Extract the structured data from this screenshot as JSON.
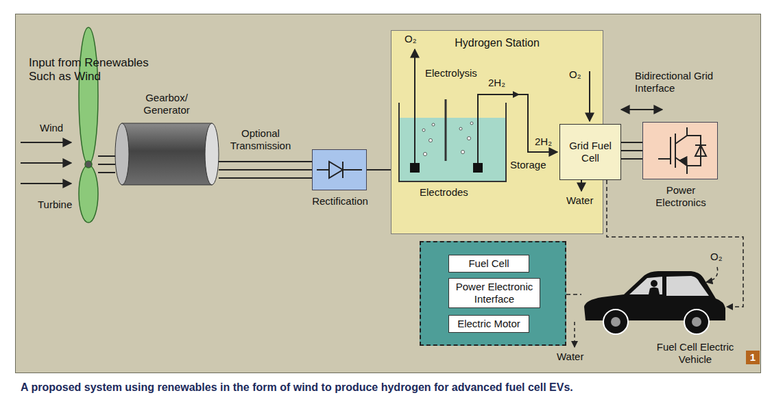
{
  "diagram": {
    "caption": "A proposed system using renewables in the form of wind to produce hydrogen for advanced fuel cell EVs.",
    "nodes": [
      {
        "text": [
          "Turbine"
        ]
      },
      {
        "text": [
          "Gearbox/ Generator"
        ]
      },
      {
        "text": [
          "Rectification"
        ]
      },
      {
        "text": [
          "Hydrogen Station"
        ]
      },
      {
        "text": [
          "Grid Fuel Cell"
        ],
        "in": 3
      },
      {
        "text": [
          "Power Electronics"
        ]
      },
      {
        "text": []
      },
      {
        "text": [
          "Fuel Cell"
        ],
        "in": 6
      },
      {
        "text": [
          "Power Electronic Interface"
        ],
        "in": 6
      },
      {
        "text": [
          "Electric Motor"
        ],
        "in": 6
      },
      {
        "text": [
          "Fuel Cell Electric Vehicle"
        ]
      }
    ],
    "edges": [
      {
        "from": 0,
        "to": 1,
        "arrow": "none"
      },
      {
        "from": 1,
        "to": 2,
        "label": "Optional Transmission",
        "arrow": "none"
      },
      {
        "from": 2,
        "to": 3,
        "arrow": "none"
      },
      {
        "from": 4,
        "to": 5,
        "arrow": "none"
      },
      {
        "from": 4,
        "to": 10,
        "arrow": "to"
      },
      {
        "from": 6,
        "to": 10,
        "arrow": "none"
      }
    ],
    "labels": [
      "Input from Renewables Such as Wind",
      "Wind",
      "O₂",
      "Electrolysis",
      "2H₂",
      "Electrodes",
      "Storage",
      "O₂",
      "2H₂",
      "Water",
      "Bidirectional Grid Interface",
      "O₂",
      "Water",
      "1"
    ]
  }
}
